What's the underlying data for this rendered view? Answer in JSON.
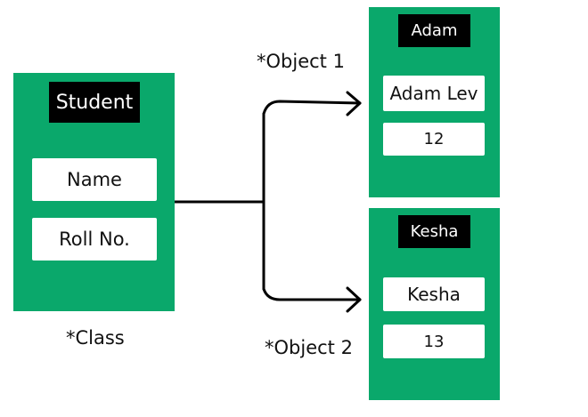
{
  "class_box": {
    "title": "Student",
    "fields": [
      "Name",
      "Roll No."
    ],
    "caption": "*Class"
  },
  "objects": [
    {
      "title": "Adam",
      "fields": [
        "Adam Lev",
        "12"
      ],
      "caption": "*Object 1"
    },
    {
      "title": "Kesha",
      "fields": [
        "Kesha",
        "13"
      ],
      "caption": "*Object 2"
    }
  ],
  "colors": {
    "card_green": "#0aa86b",
    "title_black": "#000000",
    "field_white": "#ffffff",
    "line": "#000000"
  }
}
